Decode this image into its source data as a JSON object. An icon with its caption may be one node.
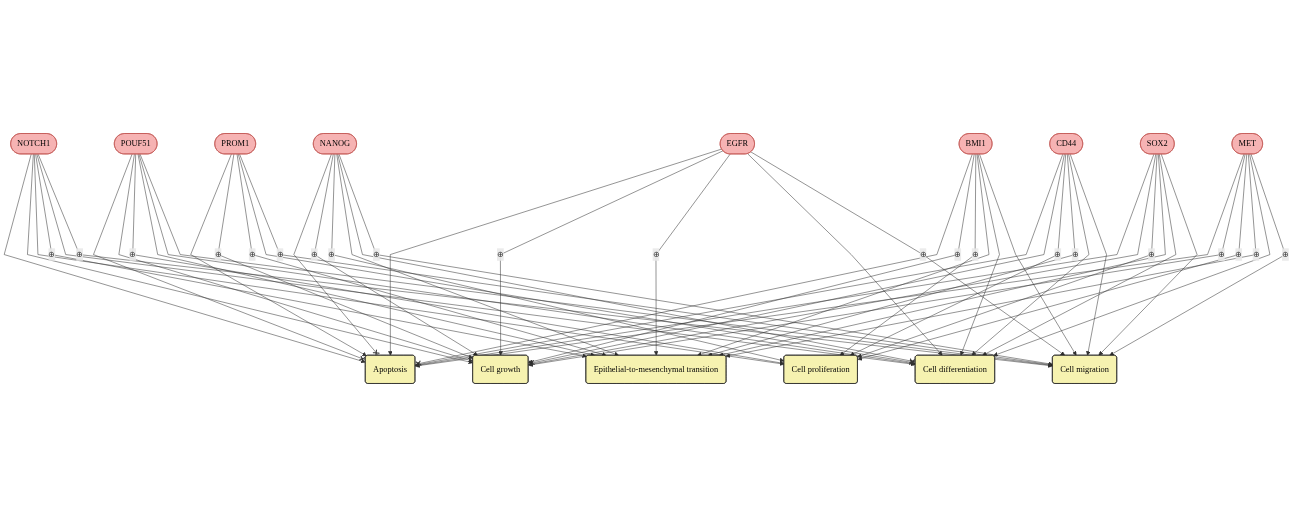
{
  "diagram": {
    "nodes": [
      {
        "text": [
          "NOTCH1"
        ]
      },
      {
        "text": [
          "POUF51"
        ]
      },
      {
        "text": [
          "PROM1"
        ]
      },
      {
        "text": [
          "EGFR"
        ]
      },
      {
        "text": [
          "Apoptosis"
        ]
      },
      {
        "text": [
          "Cell growth"
        ]
      },
      {
        "text": [
          "Cell proliferation"
        ]
      },
      {
        "text": [
          "Epithelial-to-mesenchymal transition"
        ]
      },
      {
        "text": [
          "Cell differentiation"
        ]
      },
      {
        "text": [
          "Cell migration"
        ]
      },
      {
        "text": [
          "NANOG"
        ]
      },
      {
        "text": [
          "BMI1"
        ]
      },
      {
        "text": [
          "CD44"
        ]
      },
      {
        "text": [
          "SOX2"
        ]
      },
      {
        "text": [
          "MET"
        ]
      }
    ],
    "edges": [
      {
        "from": 0,
        "to": 4,
        "arrow": "to"
      },
      {
        "from": 0,
        "to": 5,
        "arrow": "to"
      },
      {
        "from": 0,
        "to": 6,
        "arrow": "to"
      },
      {
        "from": 0,
        "to": 7,
        "arrow": "to",
        "label": "⊕"
      },
      {
        "from": 0,
        "to": 8,
        "arrow": "to"
      },
      {
        "from": 0,
        "to": 9,
        "arrow": "to",
        "label": "⊕"
      },
      {
        "from": 1,
        "to": 4,
        "arrow": "other"
      },
      {
        "from": 1,
        "to": 5,
        "arrow": "to"
      },
      {
        "from": 1,
        "to": 6,
        "arrow": "to",
        "label": "⊕"
      },
      {
        "from": 1,
        "to": 7,
        "arrow": "to"
      },
      {
        "from": 1,
        "to": 8,
        "arrow": "to"
      },
      {
        "from": 1,
        "to": 9,
        "arrow": "to"
      },
      {
        "from": 2,
        "to": 4,
        "arrow": "to"
      },
      {
        "from": 2,
        "to": 5,
        "arrow": "to",
        "label": "⊕"
      },
      {
        "from": 2,
        "to": 7,
        "arrow": "to",
        "label": "⊕"
      },
      {
        "from": 2,
        "to": 8,
        "arrow": "other"
      },
      {
        "from": 2,
        "to": 9,
        "arrow": "to",
        "label": "⊕"
      },
      {
        "from": 3,
        "to": 4,
        "arrow": "to"
      },
      {
        "from": 3,
        "to": 5,
        "arrow": "to",
        "label": "⊕"
      },
      {
        "from": 3,
        "to": 7,
        "arrow": "to",
        "label": "⊕"
      },
      {
        "from": 3,
        "to": 8,
        "arrow": "to"
      },
      {
        "from": 3,
        "to": 9,
        "arrow": "to",
        "label": "⊕"
      },
      {
        "from": 10,
        "to": 4,
        "arrow": "other"
      },
      {
        "from": 10,
        "to": 5,
        "arrow": "to",
        "label": "⊕"
      },
      {
        "from": 10,
        "to": 6,
        "arrow": "to",
        "label": "⊕"
      },
      {
        "from": 10,
        "to": 7,
        "arrow": "to"
      },
      {
        "from": 10,
        "to": 8,
        "arrow": "other"
      },
      {
        "from": 10,
        "to": 9,
        "arrow": "to",
        "label": "⊕"
      },
      {
        "from": 11,
        "to": 4,
        "arrow": "other"
      },
      {
        "from": 11,
        "to": 5,
        "arrow": "to",
        "label": "⊕"
      },
      {
        "from": 11,
        "to": 6,
        "arrow": "to",
        "label": "⊕"
      },
      {
        "from": 11,
        "to": 7,
        "arrow": "to"
      },
      {
        "from": 11,
        "to": 8,
        "arrow": "to"
      },
      {
        "from": 11,
        "to": 9,
        "arrow": "to"
      },
      {
        "from": 12,
        "to": 4,
        "arrow": "to"
      },
      {
        "from": 12,
        "to": 5,
        "arrow": "other"
      },
      {
        "from": 12,
        "to": 6,
        "arrow": "to",
        "label": "⊕"
      },
      {
        "from": 12,
        "to": 7,
        "arrow": "to",
        "label": "⊕"
      },
      {
        "from": 12,
        "to": 8,
        "arrow": "to"
      },
      {
        "from": 12,
        "to": 9,
        "arrow": "to"
      },
      {
        "from": 13,
        "to": 4,
        "arrow": "to"
      },
      {
        "from": 13,
        "to": 5,
        "arrow": "to"
      },
      {
        "from": 13,
        "to": 6,
        "arrow": "to",
        "label": "⊕"
      },
      {
        "from": 13,
        "to": 7,
        "arrow": "to"
      },
      {
        "from": 13,
        "to": 8,
        "arrow": "to"
      },
      {
        "from": 13,
        "to": 9,
        "arrow": "to"
      },
      {
        "from": 14,
        "to": 4,
        "arrow": "to"
      },
      {
        "from": 14,
        "to": 5,
        "arrow": "to",
        "label": "⊕"
      },
      {
        "from": 14,
        "to": 6,
        "arrow": "to",
        "label": "⊕"
      },
      {
        "from": 14,
        "to": 7,
        "arrow": "to",
        "label": "⊕"
      },
      {
        "from": 14,
        "to": 8,
        "arrow": "to"
      },
      {
        "from": 14,
        "to": 9,
        "arrow": "to",
        "label": "⊕"
      }
    ]
  }
}
